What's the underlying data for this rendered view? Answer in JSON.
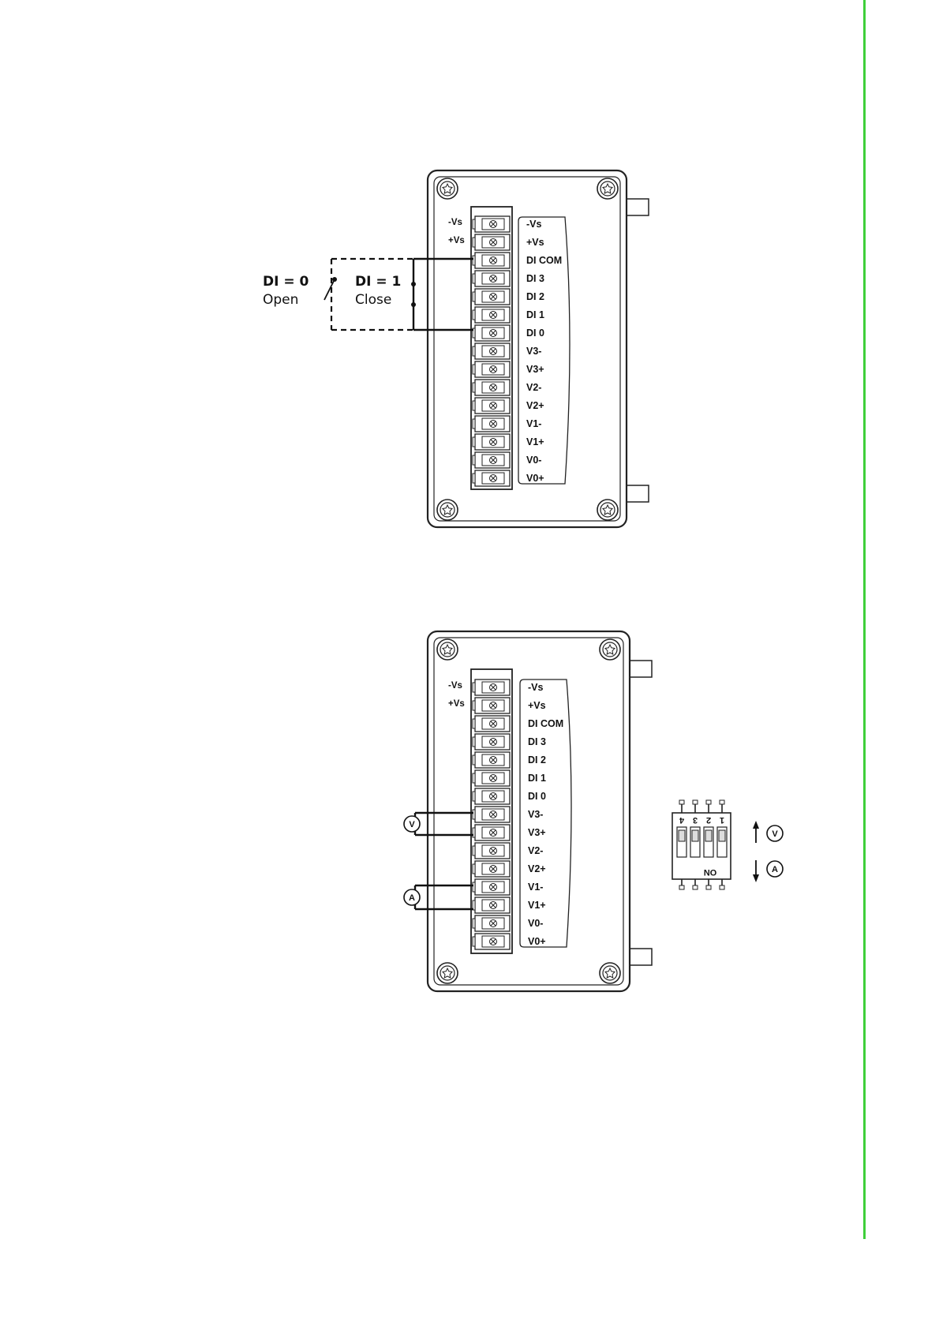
{
  "diagram1": {
    "left_labels": [
      "-Vs",
      "+Vs"
    ],
    "terminals": [
      "-Vs",
      "+Vs",
      "DI COM",
      "DI 3",
      "DI 2",
      "DI 1",
      "DI 0",
      "V3-",
      "V3+",
      "V2-",
      "V2+",
      "V1-",
      "V1+",
      "V0-",
      "V0+"
    ],
    "switch_open_value": "DI = 0",
    "switch_open_label": "Open",
    "switch_close_value": "DI = 1",
    "switch_close_label": "Close"
  },
  "diagram2": {
    "left_labels": [
      "-Vs",
      "+Vs"
    ],
    "terminals": [
      "-Vs",
      "+Vs",
      "DI COM",
      "DI 3",
      "DI 2",
      "DI 1",
      "DI 0",
      "V3-",
      "V3+",
      "V2-",
      "V2+",
      "V1-",
      "V1+",
      "V0-",
      "V0+"
    ],
    "voltmeter_symbol": "V",
    "ammeter_symbol": "A",
    "dip_switch": {
      "numbers": [
        "4",
        "3",
        "2",
        "1"
      ],
      "on_label": "ON",
      "up_symbol": "V",
      "down_symbol": "A"
    }
  }
}
